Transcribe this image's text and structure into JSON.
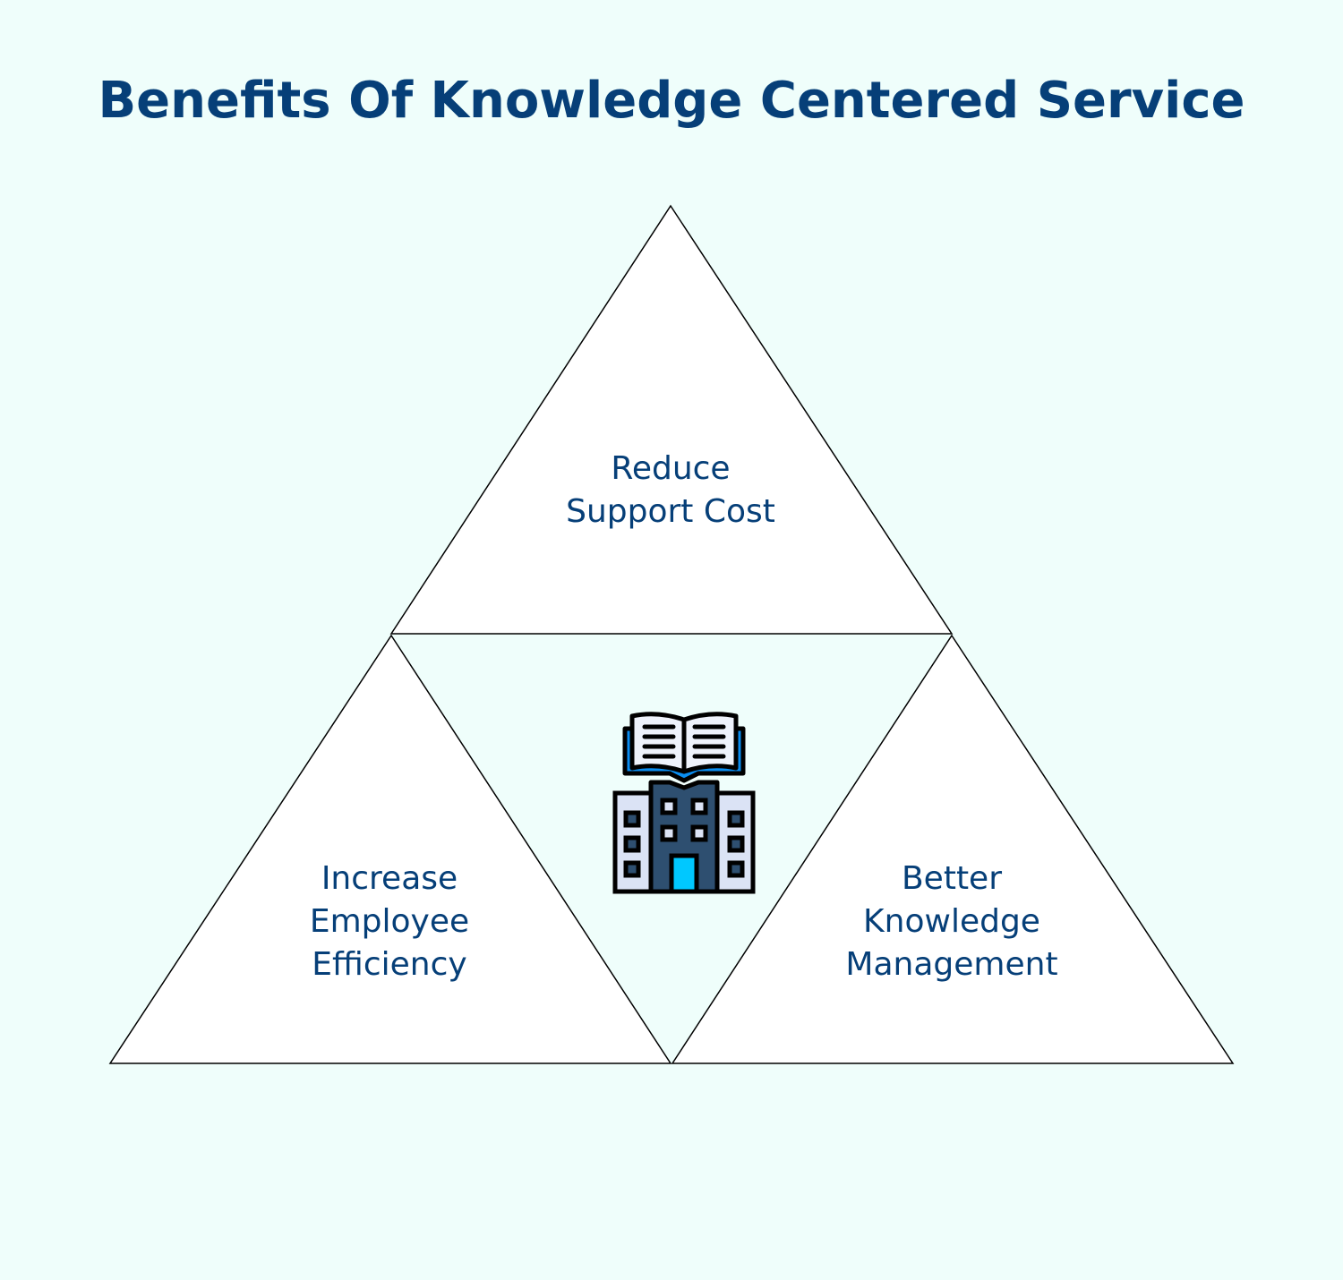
{
  "title": "Benefits Of Knowledge Centered Service",
  "colors": {
    "background": "#effefb",
    "title": "#063f78",
    "triangle_fill": "#ffffff",
    "triangle_stroke": "#000000",
    "icon_dark": "#2e4f70",
    "icon_light": "#dbe3f5",
    "icon_accent": "#0a8df0",
    "icon_door": "#00c8ff"
  },
  "sections": [
    {
      "id": "top",
      "line1": "Reduce",
      "line2": "Support Cost"
    },
    {
      "id": "left",
      "line1": "Increase",
      "line2": "Employee",
      "line3": "Efficiency"
    },
    {
      "id": "right",
      "line1": "Better",
      "line2": "Knowledge",
      "line3": "Management"
    }
  ],
  "center_icon": "book-building-icon"
}
